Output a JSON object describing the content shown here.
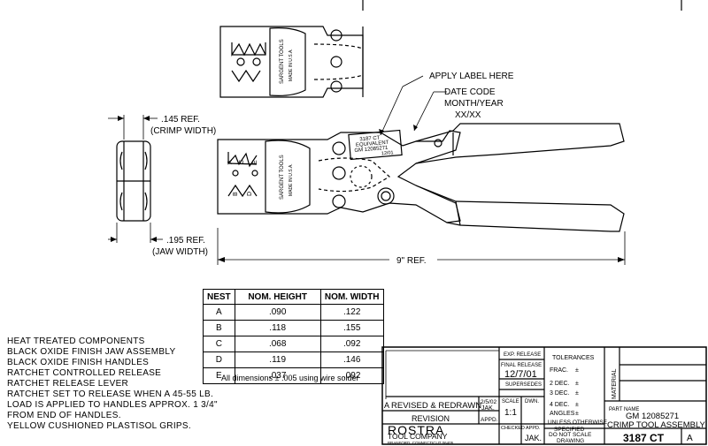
{
  "callouts": {
    "apply_label": "APPLY LABEL HERE",
    "date_code": "DATE CODE",
    "month_year": "MONTH/YEAR",
    "xx_xx": "XX/XX",
    "crimp_width_value": ".145 REF.",
    "crimp_width_label": "(CRIMP WIDTH)",
    "jaw_width_value": ".195 REF.",
    "jaw_width_label": "(JAW WIDTH)",
    "overall_length": "9\" REF."
  },
  "tool_label": {
    "line1": "3187 CT",
    "line2": "EQUIVALENT",
    "line3": "GM 12085271",
    "line4": "12/01"
  },
  "jaw_markings": {
    "brand": "SARGENT TOOLS",
    "made_in": "MADE IN U.S.A.",
    "nests_top": [
      "A",
      "C",
      "E"
    ],
    "nests_bottom": [
      "B",
      "D"
    ]
  },
  "nest_table": {
    "headers": [
      "NEST",
      "NOM. HEIGHT",
      "NOM. WIDTH"
    ],
    "rows": [
      [
        "A",
        ".090",
        ".122"
      ],
      [
        "B",
        ".118",
        ".155"
      ],
      [
        "C",
        ".068",
        ".092"
      ],
      [
        "D",
        ".119",
        ".146"
      ],
      [
        "E",
        ".037",
        ".092"
      ]
    ],
    "caption": "All dimensions ± .005 using wire solder"
  },
  "notes": [
    "HEAT TREATED COMPONENTS",
    "BLACK OXIDE FINISH JAW ASSEMBLY",
    "BLACK OXIDE FINISH HANDLES",
    "RATCHET CONTROLLED RELEASE",
    "RATCHET RELEASE LEVER",
    "RATCHET SET TO RELEASE WHEN A 45-55 LB.",
    "LOAD IS APPLIED TO HANDLES APPROX. 1 3/4\"",
    "FROM END OF HANDLES.",
    "YELLOW CUSHIONED PLASTISOL GRIPS."
  ],
  "title_block": {
    "exp_release": "EXP. RELEASE",
    "final_release": "FINAL RELEASE",
    "final_release_date": "12/7/01",
    "supersedes": "SUPERSEDES",
    "tolerances": "TOLERANCES",
    "frac": "FRAC.",
    "two_dec": "2 DEC.",
    "three_dec": "3 DEC.",
    "four_dec": "4 DEC.",
    "angles": "ANGLES",
    "plusminus": "±",
    "unless": "UNLESS OTHERWISE",
    "specified": "SPECIFIED",
    "material": "MATERIAL",
    "part_name": "PART NAME",
    "part_number_line": "GM 12085271",
    "part_title": "CRIMP TOOL ASSEMBLY",
    "rev_letter": "A",
    "rev_desc": "REVISED & REDRAWN",
    "rev_date": "2/5/02",
    "rev_by": "JAK.",
    "scale_label": "SCALE",
    "scale": "1:1",
    "dwn_label": "DWN.",
    "revision": "REVISION",
    "appd": "APPD.",
    "company1": "ROSTRA",
    "company2": "TOOL COMPANY",
    "company_addr": "BRANFORD, CONNECTICUT 06405",
    "checked": "CHECKED",
    "approved": "APPD.",
    "approver": "JAK.",
    "do_not_scale": "DO NOT SCALE",
    "drawing": "DRAWING",
    "drawing_number": "3187 CT",
    "drawing_rev": "A"
  }
}
